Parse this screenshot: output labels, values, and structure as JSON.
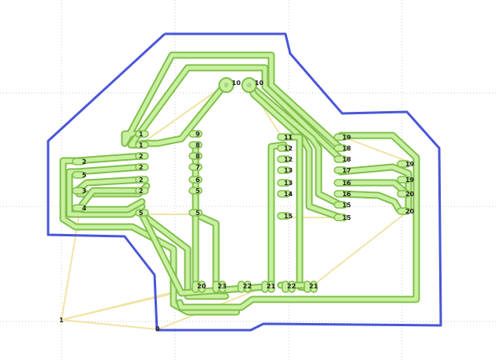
{
  "colors": {
    "background": "#ffffff",
    "grid": "#c9c9c9",
    "outline": "#4a56d8",
    "trace_outer": "#7fbf4a",
    "trace_inner": "#c9f0a0",
    "ratsnest": "#f0e3a4",
    "pad": "#c9f0a0",
    "label": "#222222"
  },
  "labels": {
    "origin": "1",
    "corner": "0",
    "big_pad_a": "10",
    "big_pad_b": "10",
    "left_header": [
      "2",
      "5",
      "3",
      "4"
    ],
    "left_ic": [
      "1",
      "1",
      "2",
      "2",
      "2",
      "2",
      "5"
    ],
    "mid_col": [
      "9",
      "8",
      "8",
      "7",
      "6",
      "5",
      "5"
    ],
    "right_ic": [
      "11",
      "12",
      "12",
      "13",
      "13",
      "14",
      "15"
    ],
    "right_col": [
      "19",
      "18",
      "18",
      "17",
      "16",
      "16",
      "15",
      "15"
    ],
    "far_right": [
      "19",
      "19",
      "20",
      "20"
    ],
    "bottom_row": [
      "20",
      "23",
      "22",
      "21",
      "22",
      "21"
    ]
  }
}
